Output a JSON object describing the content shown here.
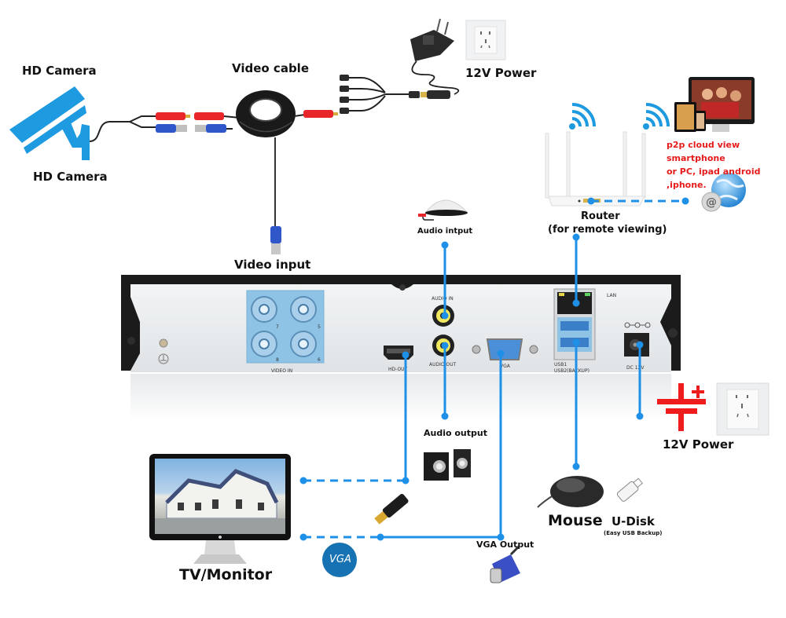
{
  "colors": {
    "connector_blue": "#1e90e8",
    "camera_blue": "#1e9ae0",
    "alert_red": "#e61b1b",
    "vga_badge": "#1672b3",
    "dvr_panel": "#e9ecee",
    "dvr_frame": "#1b1b1b",
    "bnc_panel": "#8ec3e6"
  },
  "labels": {
    "hd_camera_top": "HD Camera",
    "hd_camera_bottom": "HD Camera",
    "video_cable": "Video cable",
    "power_top": "12V Power",
    "router": "Router",
    "router_note": "(for remote viewing)",
    "p2p_line1": "p2p cloud  view smartphone",
    "p2p_line2": "or PC, ipad android ,iphone.",
    "audio_input": "Audio intput",
    "video_input": "Video input",
    "audio_output": "Audio output",
    "power_bottom": "12V Power",
    "mouse": "Mouse",
    "udisk": "U-Disk",
    "udisk_note": "(Easy USB Backup)",
    "vga_output": "VGA Output",
    "vga_badge": "VGA",
    "tv_monitor": "TV/Monitor"
  },
  "dvr_panel": {
    "video_in": "VIDEO IN",
    "channels": [
      "7",
      "5",
      "8",
      "6"
    ],
    "hd_out": "HD-OUT",
    "audio_in": "AUDIO IN",
    "audio_out": "AUDIO OUT",
    "vga": "VGA",
    "lan": "LAN",
    "usb1": "USB1",
    "usb2": "USB2(BACKUP)",
    "dc": "DC 12V"
  },
  "icons": [
    "cctv-camera-icon",
    "bnc-rca-cable-icon",
    "cable-coil-icon",
    "power-splitter-icon",
    "power-adapter-icon",
    "wall-socket-icon",
    "wifi-icon",
    "router-icon",
    "devices-icon",
    "globe-email-icon",
    "microphone-icon",
    "speakers-icon",
    "hdmi-plug-icon",
    "vga-plug-icon",
    "mouse-icon",
    "usb-stick-icon",
    "dc-polarity-icon",
    "monitor-icon"
  ]
}
